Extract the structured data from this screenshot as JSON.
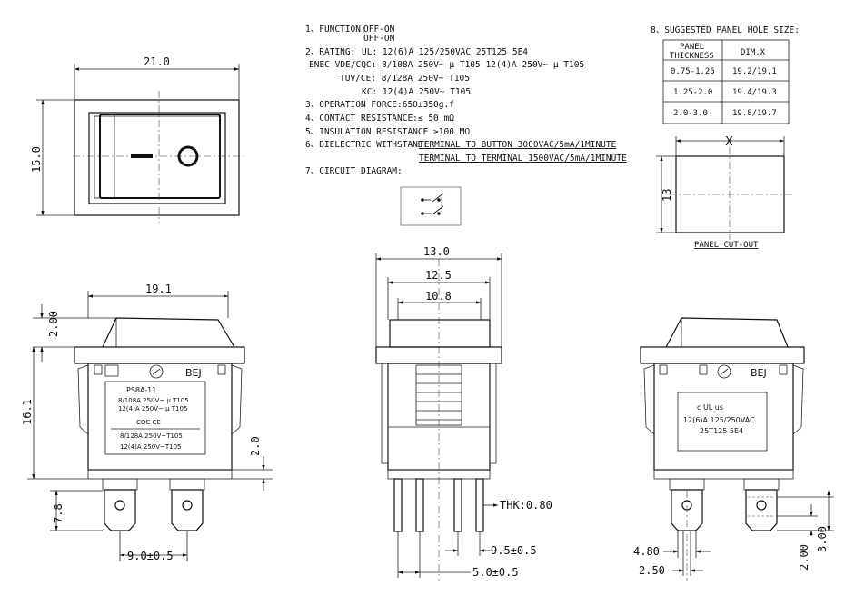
{
  "specs": {
    "function_label": "1、FUNCTION:",
    "function_values": [
      "OFF-ON",
      "OFF-ON"
    ],
    "rating_label": "2、RATING:",
    "rating_ul": "UL: 12(6)A 125/250VAC 25T125 5E4",
    "rating_enec": "ENEC VDE/CQC: 8/108A 250V~ μ T105 12(4)A 250V~ μ T105",
    "rating_tuv": "TUV/CE: 8/128A 250V~ T105",
    "rating_kc": "KC: 12(4)A 250V~ T105",
    "operation_force": "3、OPERATION FORCE:650±350g.f",
    "contact_resistance": "4、CONTACT RESISTANCE:≤ 50 mΩ",
    "insulation_resistance": "5、INSULATION RESISTANCE ≥100 MΩ",
    "dielectric_label": "6、DIELECTRIC WITHSTAND:",
    "dielectric_1": "TERMINAL TO BUTTON 3000VAC/5mA/1MINUTE",
    "dielectric_2": "TERMINAL TO TERMINAL 1500VAC/5mA/1MINUTE",
    "circuit_label": "7、CIRCUIT DIAGRAM:"
  },
  "panel_hole": {
    "title": "8、SUGGESTED PANEL HOLE SIZE:",
    "header_thickness_1": "PANEL",
    "header_thickness_2": "THICKNESS",
    "header_dim": "DIM.X",
    "rows": [
      {
        "thickness": "0.75-1.25",
        "dim": "19.2/19.1"
      },
      {
        "thickness": "1.25-2.0",
        "dim": "19.4/19.3"
      },
      {
        "thickness": "2.0-3.0",
        "dim": "19.8/19.7"
      }
    ],
    "cutout_x": "X",
    "cutout_height": "13",
    "cutout_label": "PANEL CUT-OUT"
  },
  "top_view": {
    "width": "21.0",
    "height": "15.0"
  },
  "front_view": {
    "width": "19.1",
    "rocker_height": "2.00",
    "total_height": "16.1",
    "side_dim": "2.0",
    "terminal_height": "7.8",
    "terminal_pitch": "9.0±0.5",
    "brand": "BEJ",
    "label_model": "PS8A-11",
    "label_line1": "8/108A 250V~ μ T105",
    "label_line2": "12(4)A 250V~ μ T105",
    "label_marks": "CQC CE",
    "label_line3": "8/128A 250V~T105",
    "label_line4": "12(4)A 250V~T105"
  },
  "side_view": {
    "w_outer": "13.0",
    "w_mid": "12.5",
    "w_inner": "10.8",
    "thickness": "THK:0.80",
    "pitch_a": "9.5±0.5",
    "pitch_b": "5.0±0.5"
  },
  "back_view": {
    "brand": "BEJ",
    "ul_mark": "c UL us",
    "label_line1": "12(6)A 125/250VAC",
    "label_line2": "25T125 5E4",
    "dim_a": "4.80",
    "dim_b": "2.50",
    "dim_c": "2.00",
    "dim_d": "3.00"
  }
}
